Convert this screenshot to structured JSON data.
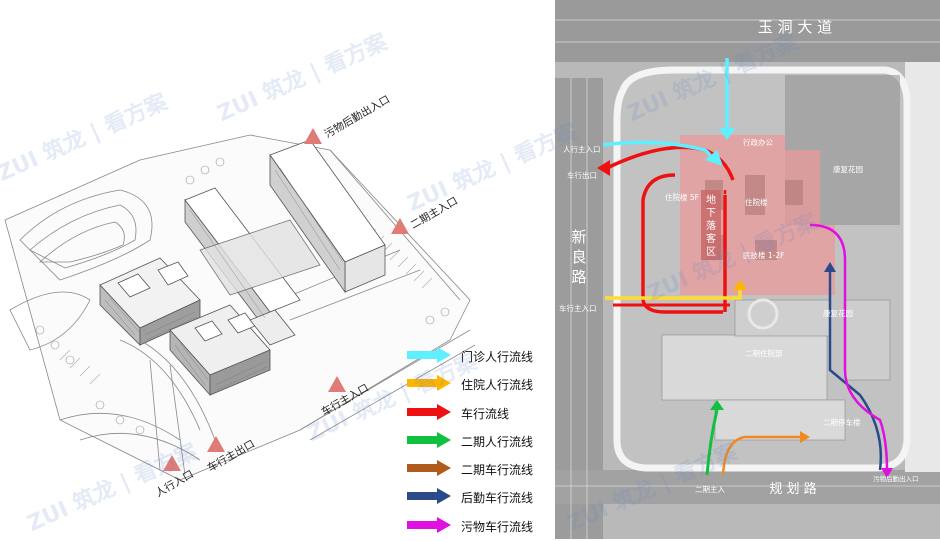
{
  "left_panel": {
    "entrances": [
      {
        "label": "污物后勤出入口"
      },
      {
        "label": "二期主入口"
      },
      {
        "label": "车行主入口"
      },
      {
        "label": "车行主出口"
      },
      {
        "label": "人行入口"
      }
    ]
  },
  "legend": {
    "items": [
      {
        "label": "门诊人行流线",
        "color": "#5ff0ff"
      },
      {
        "label": "住院人行流线",
        "color": "#ffb400"
      },
      {
        "label": "车行流线",
        "color": "#ee1111"
      },
      {
        "label": "二期人行流线",
        "color": "#10c040"
      },
      {
        "label": "二期车行流线",
        "color": "#b05a1c"
      },
      {
        "label": "后勤车行流线",
        "color": "#2a4a8a"
      },
      {
        "label": "污物车行流线",
        "color": "#e010e0"
      }
    ]
  },
  "site_plan": {
    "roads": {
      "top": "玉 洞 大 道",
      "left_chars": [
        "新",
        "良",
        "路"
      ],
      "bottom": "规 划 路"
    },
    "dropoff_chars": [
      "地",
      "下",
      "落",
      "客",
      "区"
    ],
    "labels": {
      "pedestrian_entrance": "人行主入口",
      "vehicle_exit": "车行出口",
      "vehicle_entrance": "车行主入口",
      "phase2_entrance": "二期主入",
      "waste_entrance": "污物后勤出入口",
      "admin": "行政办公",
      "garden1": "康复花园",
      "garden2": "康复花园",
      "inpatient_left": "住院楼 5F",
      "inpatient_right": "住院楼",
      "medtech": "医技楼 1-2F",
      "phase2_building": "二期住院部",
      "phase2_parking": "二期停车楼"
    }
  },
  "watermark": "ZUI 筑龙 | 看方案",
  "colors": {
    "entrance_marker": "#e07c78",
    "building_pink": "#ec9a9a",
    "site_gray": "#b9b9b9"
  }
}
